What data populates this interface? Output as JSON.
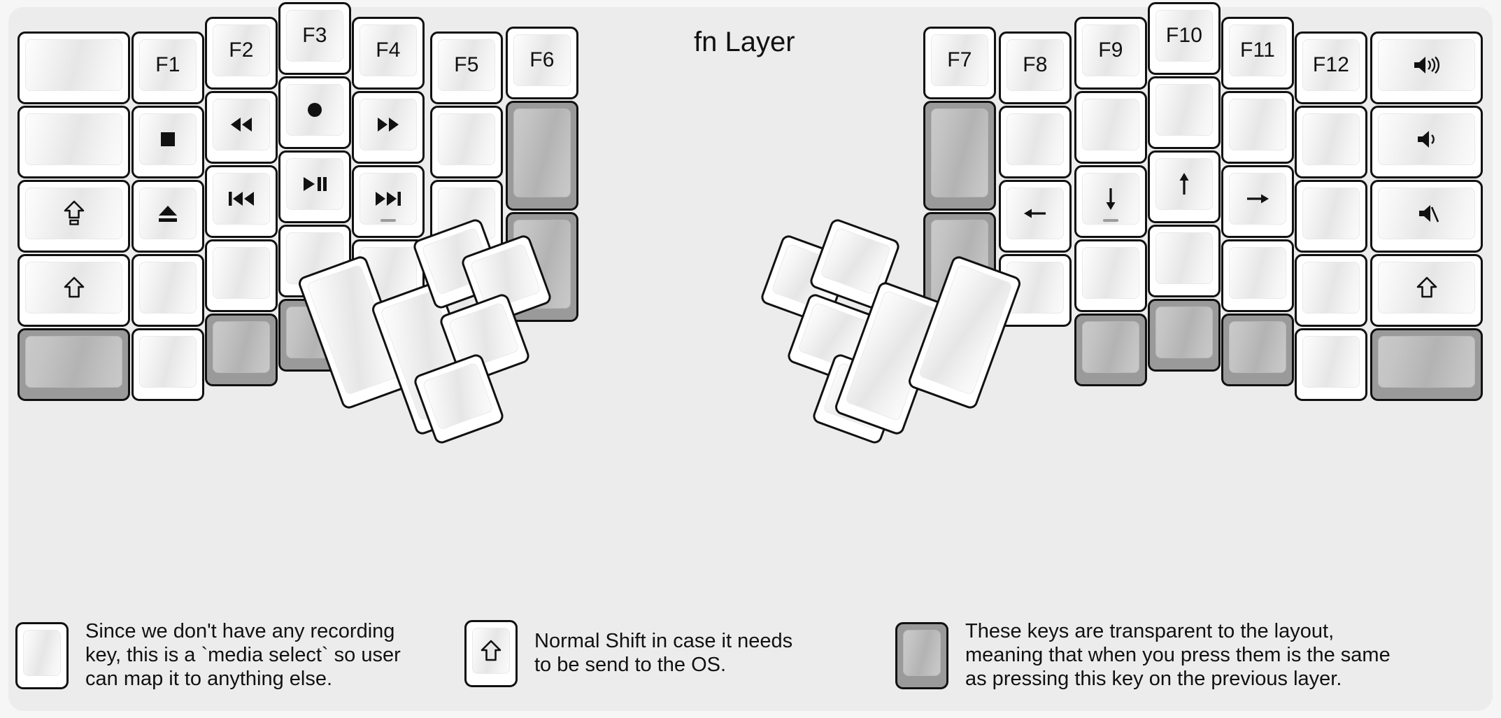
{
  "title": "fn Layer",
  "colors": {
    "page_background": "#f6f6f6",
    "panel_background": "#ececec",
    "key_border": "#111111",
    "key_face": "#ffffff",
    "transparent_key": "#9a9a9a",
    "legend_text": "#111111"
  },
  "legend": [
    {
      "icon": "record-icon",
      "style": "normal",
      "text": "Since we don't have any recording\nkey, this is a `media select` so user\ncan map it to anything else."
    },
    {
      "icon": "shift-icon",
      "style": "normal",
      "text": "Normal Shift in case it needs\nto be send to the OS."
    },
    {
      "icon": "",
      "style": "transparent",
      "text": "These keys are transparent to the layout,\nmeaning that when you press them is the same\nas pressing this key on the previous layer."
    }
  ],
  "keyboard": {
    "left_half": {
      "columns": [
        {
          "name": "outer-1u5",
          "keys": [
            {
              "label": "",
              "icon": "",
              "style": "normal"
            },
            {
              "label": "",
              "icon": "",
              "style": "normal"
            },
            {
              "label": "",
              "icon": "caps-lock-icon",
              "style": "normal"
            },
            {
              "label": "",
              "icon": "shift-icon",
              "style": "normal"
            },
            {
              "label": "",
              "icon": "",
              "style": "transparent"
            }
          ]
        },
        {
          "name": "pinky",
          "keys": [
            {
              "label": "F1",
              "icon": "",
              "style": "normal"
            },
            {
              "label": "",
              "icon": "media-stop-icon",
              "style": "normal"
            },
            {
              "label": "",
              "icon": "media-eject-icon",
              "style": "normal"
            },
            {
              "label": "",
              "icon": "",
              "style": "normal"
            },
            {
              "label": "",
              "icon": "",
              "style": "normal"
            }
          ]
        },
        {
          "name": "ring",
          "keys": [
            {
              "label": "F2",
              "icon": "",
              "style": "normal"
            },
            {
              "label": "",
              "icon": "media-rewind-icon",
              "style": "normal"
            },
            {
              "label": "",
              "icon": "media-previous-icon",
              "style": "normal"
            },
            {
              "label": "",
              "icon": "",
              "style": "normal"
            },
            {
              "label": "",
              "icon": "",
              "style": "transparent"
            }
          ]
        },
        {
          "name": "middle",
          "keys": [
            {
              "label": "F3",
              "icon": "",
              "style": "normal"
            },
            {
              "label": "",
              "icon": "media-record-icon",
              "style": "normal"
            },
            {
              "label": "",
              "icon": "media-play-pause-icon",
              "style": "normal"
            },
            {
              "label": "",
              "icon": "",
              "style": "normal"
            },
            {
              "label": "",
              "icon": "",
              "style": "transparent"
            }
          ]
        },
        {
          "name": "index",
          "keys": [
            {
              "label": "F4",
              "icon": "",
              "style": "normal"
            },
            {
              "label": "",
              "icon": "media-fast-forward-icon",
              "style": "normal"
            },
            {
              "label": "",
              "icon": "media-next-icon",
              "style": "normal",
              "homing": true
            },
            {
              "label": "",
              "icon": "",
              "style": "normal"
            },
            {
              "label": "",
              "icon": "",
              "style": "transparent"
            }
          ]
        },
        {
          "name": "inner",
          "keys": [
            {
              "label": "F5",
              "icon": "",
              "style": "normal"
            },
            {
              "label": "",
              "icon": "",
              "style": "normal"
            },
            {
              "label": "",
              "icon": "",
              "style": "normal"
            },
            {
              "label": "",
              "icon": "",
              "style": "normal"
            }
          ]
        },
        {
          "name": "innermost",
          "keys": [
            {
              "label": "F6",
              "icon": "",
              "style": "normal"
            },
            {
              "label": "",
              "icon": "",
              "style": "transparent",
              "tall": true
            },
            {
              "label": "",
              "icon": "",
              "style": "transparent",
              "tall": true
            }
          ]
        }
      ],
      "thumb_cluster": [
        {
          "label": "",
          "icon": "",
          "style": "normal",
          "size": "2u"
        },
        {
          "label": "",
          "icon": "",
          "style": "normal",
          "size": "2u"
        },
        {
          "label": "",
          "icon": "",
          "style": "normal",
          "size": "1u"
        },
        {
          "label": "",
          "icon": "",
          "style": "normal",
          "size": "1u"
        },
        {
          "label": "",
          "icon": "",
          "style": "normal",
          "size": "1u"
        },
        {
          "label": "",
          "icon": "",
          "style": "normal",
          "size": "1u"
        }
      ]
    },
    "right_half": {
      "columns": [
        {
          "name": "innermost",
          "keys": [
            {
              "label": "F7",
              "icon": "",
              "style": "normal"
            },
            {
              "label": "",
              "icon": "",
              "style": "transparent",
              "tall": true
            },
            {
              "label": "",
              "icon": "",
              "style": "transparent",
              "tall": true
            }
          ]
        },
        {
          "name": "inner",
          "keys": [
            {
              "label": "F8",
              "icon": "",
              "style": "normal"
            },
            {
              "label": "",
              "icon": "",
              "style": "normal"
            },
            {
              "label": "",
              "icon": "arrow-left-icon",
              "style": "normal"
            },
            {
              "label": "",
              "icon": "",
              "style": "normal"
            }
          ]
        },
        {
          "name": "index",
          "keys": [
            {
              "label": "F9",
              "icon": "",
              "style": "normal"
            },
            {
              "label": "",
              "icon": "",
              "style": "normal"
            },
            {
              "label": "",
              "icon": "arrow-down-icon",
              "style": "normal",
              "homing": true
            },
            {
              "label": "",
              "icon": "",
              "style": "normal"
            },
            {
              "label": "",
              "icon": "",
              "style": "transparent"
            }
          ]
        },
        {
          "name": "middle",
          "keys": [
            {
              "label": "F10",
              "icon": "",
              "style": "normal"
            },
            {
              "label": "",
              "icon": "",
              "style": "normal"
            },
            {
              "label": "",
              "icon": "arrow-up-icon",
              "style": "normal"
            },
            {
              "label": "",
              "icon": "",
              "style": "normal"
            },
            {
              "label": "",
              "icon": "",
              "style": "transparent"
            }
          ]
        },
        {
          "name": "ring",
          "keys": [
            {
              "label": "F11",
              "icon": "",
              "style": "normal"
            },
            {
              "label": "",
              "icon": "",
              "style": "normal"
            },
            {
              "label": "",
              "icon": "arrow-right-icon",
              "style": "normal"
            },
            {
              "label": "",
              "icon": "",
              "style": "normal"
            },
            {
              "label": "",
              "icon": "",
              "style": "transparent"
            }
          ]
        },
        {
          "name": "pinky",
          "keys": [
            {
              "label": "F12",
              "icon": "",
              "style": "normal"
            },
            {
              "label": "",
              "icon": "",
              "style": "normal"
            },
            {
              "label": "",
              "icon": "",
              "style": "normal"
            },
            {
              "label": "",
              "icon": "",
              "style": "normal"
            },
            {
              "label": "",
              "icon": "",
              "style": "normal"
            }
          ]
        },
        {
          "name": "outer-1u5",
          "keys": [
            {
              "label": "",
              "icon": "volume-up-icon",
              "style": "normal"
            },
            {
              "label": "",
              "icon": "volume-down-icon",
              "style": "normal"
            },
            {
              "label": "",
              "icon": "volume-mute-icon",
              "style": "normal"
            },
            {
              "label": "",
              "icon": "shift-icon",
              "style": "normal"
            },
            {
              "label": "",
              "icon": "",
              "style": "transparent"
            }
          ]
        }
      ],
      "thumb_cluster": [
        {
          "label": "",
          "icon": "",
          "style": "normal",
          "size": "1u"
        },
        {
          "label": "",
          "icon": "",
          "style": "normal",
          "size": "1u"
        },
        {
          "label": "",
          "icon": "",
          "style": "normal",
          "size": "1u"
        },
        {
          "label": "",
          "icon": "",
          "style": "normal",
          "size": "1u"
        },
        {
          "label": "",
          "icon": "",
          "style": "normal",
          "size": "2u"
        },
        {
          "label": "",
          "icon": "",
          "style": "normal",
          "size": "2u"
        }
      ]
    }
  }
}
